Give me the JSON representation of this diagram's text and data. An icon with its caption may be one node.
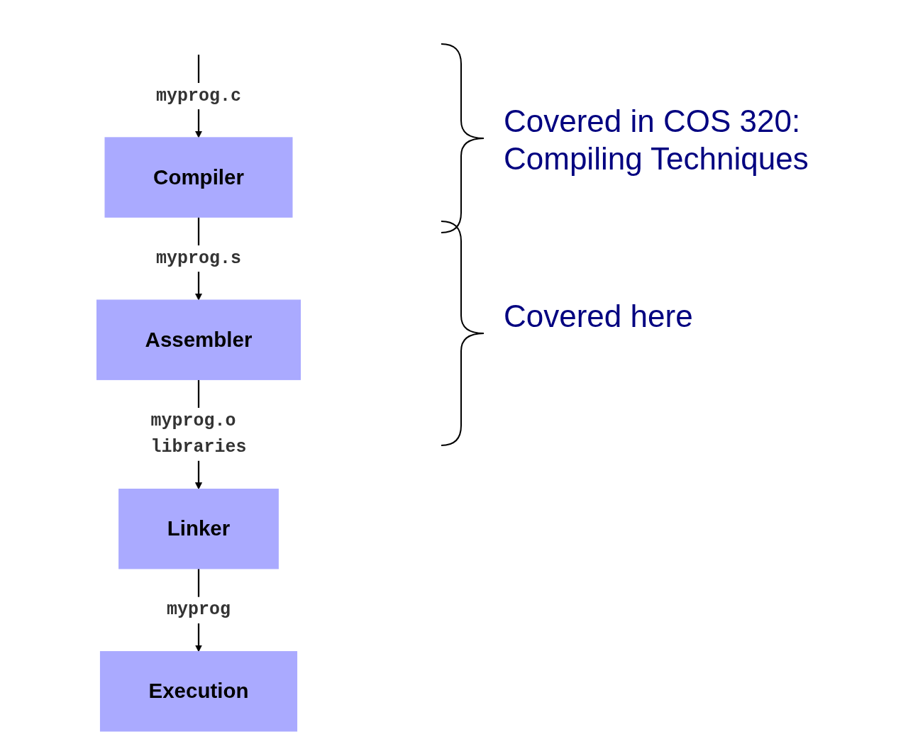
{
  "diagram": {
    "nodes": [
      {
        "text": [
          "Compiler"
        ]
      },
      {
        "text": [
          "Assembler"
        ]
      },
      {
        "text": [
          "Linker"
        ]
      },
      {
        "text": [
          "Execution"
        ]
      }
    ],
    "edges": [
      {
        "from": null,
        "to": 0,
        "arrow": "to",
        "label": "myprog.c"
      },
      {
        "from": 0,
        "to": 1,
        "arrow": "to",
        "label": "myprog.s"
      },
      {
        "from": 1,
        "to": 2,
        "arrow": "to",
        "label": "myprog.o libraries"
      },
      {
        "from": 2,
        "to": 3,
        "arrow": "to",
        "label": "myprog"
      }
    ],
    "labels": [
      "Covered in COS 320: Compiling Techniques",
      "Covered here"
    ]
  }
}
